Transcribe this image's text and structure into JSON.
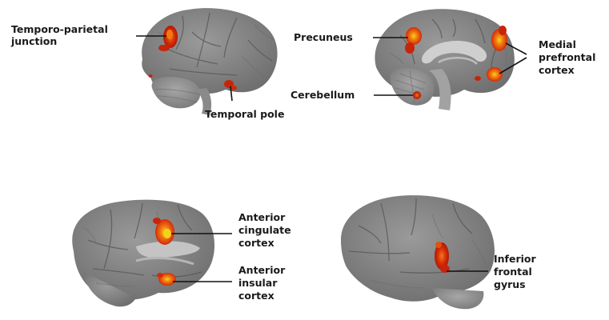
{
  "labels": {
    "tpj_line1": "Temporo-parietal",
    "tpj_line2": "junction",
    "temporal_pole": "Temporal pole",
    "precuneus": "Precuneus",
    "cerebellum": "Cerebellum",
    "mpfc_line1": "Medial",
    "mpfc_line2": "prefrontal",
    "mpfc_line3": "cortex",
    "acc_line1": "Anterior",
    "acc_line2": "cingulate",
    "acc_line3": "cortex",
    "aic_line1": "Anterior",
    "aic_line2": "insular",
    "aic_line3": "cortex",
    "ifg_line1": "Inferior",
    "ifg_line2": "frontal",
    "ifg_line3": "gyrus"
  },
  "colors": {
    "brain": "#8c8c8c",
    "brain_dark": "#6e6e6e",
    "cerebellum": "#9a9a9a",
    "white_matter": "#c9c9c9",
    "activation_red": "#d42a0a",
    "activation_orange": "#f07a10",
    "activation_yellow": "#f5d21a"
  }
}
